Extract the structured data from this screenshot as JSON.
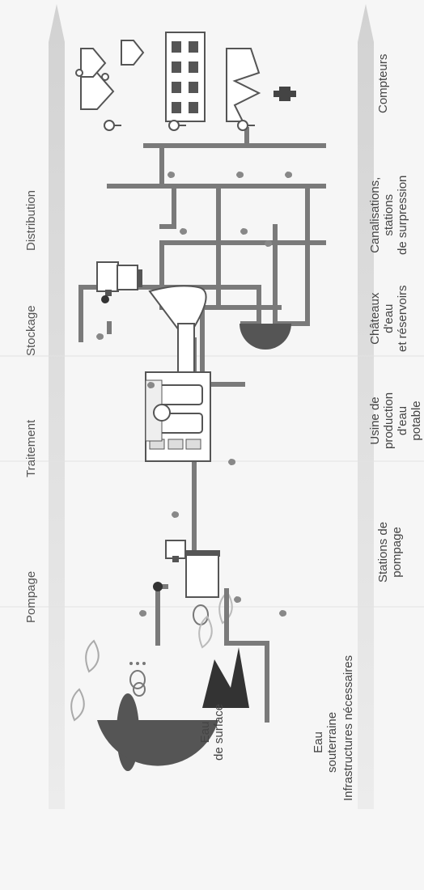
{
  "stages": {
    "pumping": "Pompage",
    "treatment": "Traitement",
    "storage": "Stockage",
    "distribution": "Distribution"
  },
  "sources": {
    "surface_line1": "Eau",
    "surface_line2": "de surface",
    "ground_line1": "Eau",
    "ground_line2": "souterraine"
  },
  "infrastructure": {
    "heading": "Infrastructures nécessaires",
    "pumping_stations": [
      "Stations de",
      "pompage"
    ],
    "treatment_plant": [
      "Usine de",
      "production",
      "d'eau",
      "potable"
    ],
    "storage_items": [
      "Châteaux",
      "d'eau",
      "et réservoirs"
    ],
    "pipes_items": [
      "Canalisations,",
      "stations",
      "de surpression"
    ],
    "meters": "Compteurs"
  },
  "colors": {
    "pipe": "#7a7a7a",
    "dark": "#3c3c3c",
    "arrow_band": "#d8d8d8",
    "text": "#444444"
  },
  "icons": [
    "surface-water-icon",
    "groundwater-icon",
    "leaf-icon",
    "cloud-rain-icon",
    "pump-station-icon",
    "treatment-plant-icon",
    "water-tower-icon",
    "reservoir-icon",
    "booster-station-icon",
    "house-icon",
    "apartment-building-icon",
    "factory-icon",
    "fire-hydrant-icon",
    "meter-icon",
    "water-drop-icon"
  ]
}
